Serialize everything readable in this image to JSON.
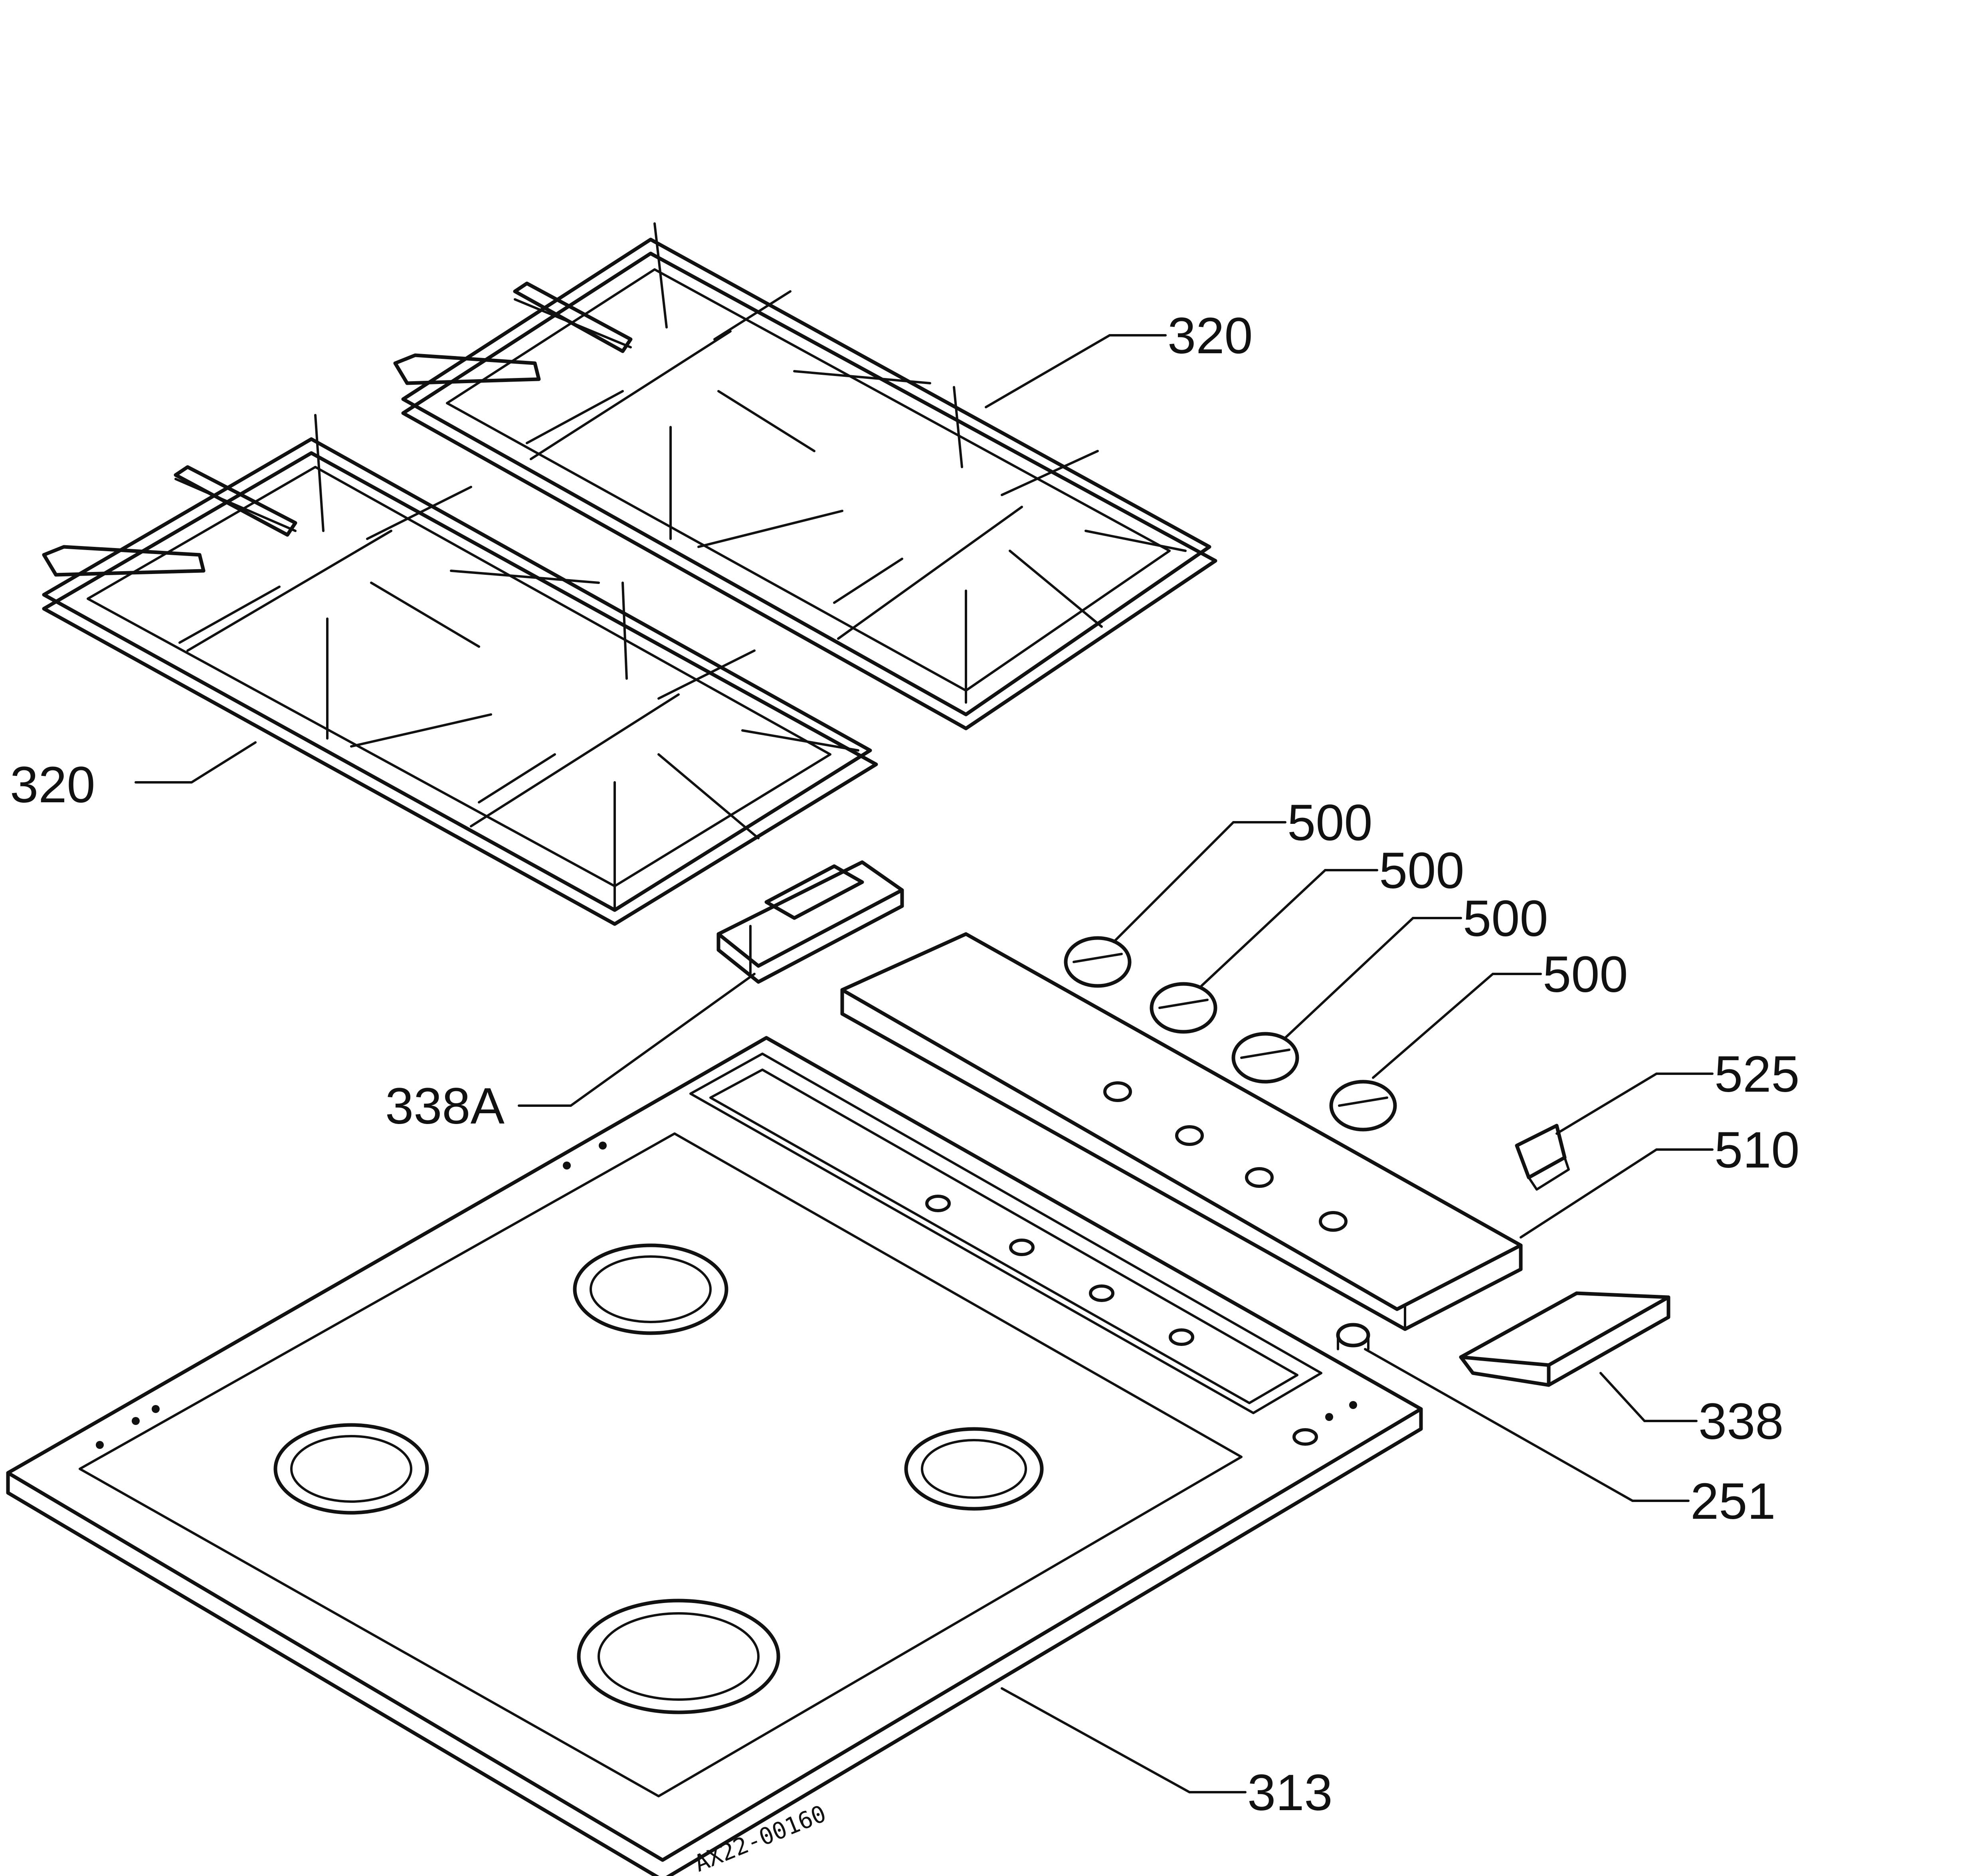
{
  "callouts": [
    {
      "id": "grid-right",
      "text": "320"
    },
    {
      "id": "grid-left",
      "text": "320"
    },
    {
      "id": "knob-1",
      "text": "500"
    },
    {
      "id": "knob-2",
      "text": "500"
    },
    {
      "id": "knob-3",
      "text": "500"
    },
    {
      "id": "knob-4",
      "text": "500"
    },
    {
      "id": "lamp",
      "text": "525"
    },
    {
      "id": "control-panel",
      "text": "510"
    },
    {
      "id": "side-bracket-left",
      "text": "338A"
    },
    {
      "id": "side-bracket-right",
      "text": "338"
    },
    {
      "id": "screw",
      "text": "251"
    },
    {
      "id": "hob-top",
      "text": "313"
    }
  ],
  "drawing_code": "AX22-00160"
}
